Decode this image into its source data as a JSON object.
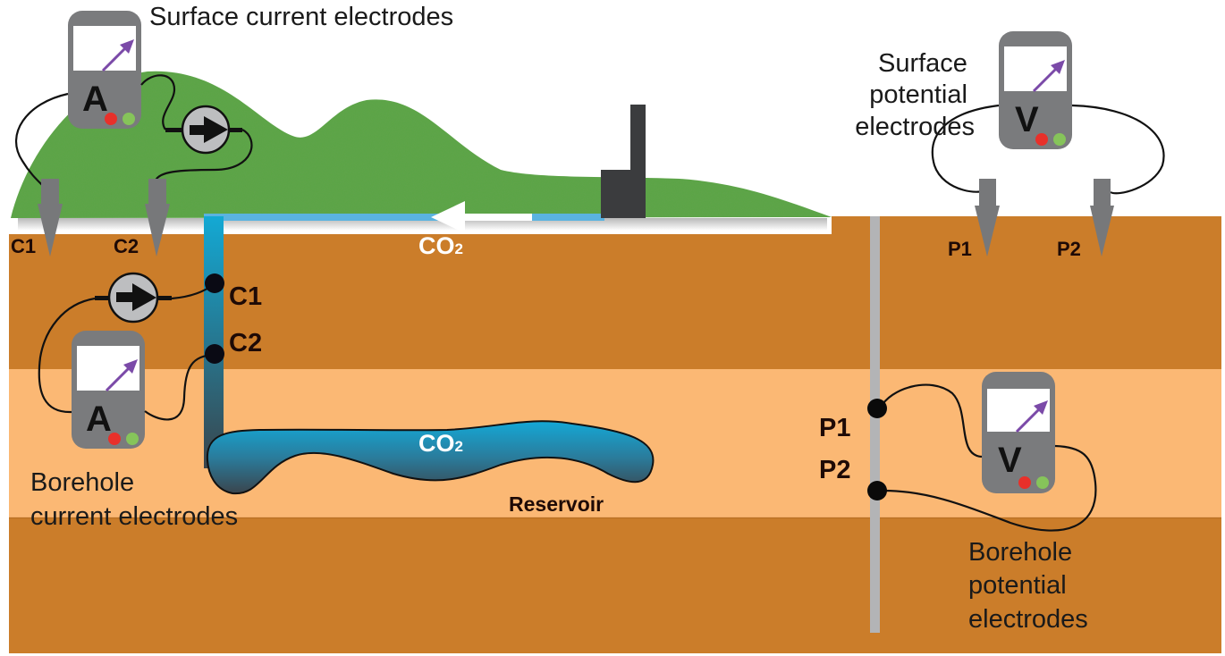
{
  "labels": {
    "surface_current": "Surface current electrodes",
    "surface_potential": [
      "Surface",
      "potential",
      "electrodes"
    ],
    "borehole_current": [
      "Borehole",
      "current electrodes"
    ],
    "borehole_potential": [
      "Borehole",
      "potential",
      "electrodes"
    ],
    "reservoir": "Reservoir",
    "co2_main": "CO",
    "co2_sub": "2"
  },
  "electrodes": {
    "surface_c1": "C1",
    "surface_c2": "C2",
    "surface_p1": "P1",
    "surface_p2": "P2",
    "borehole_c1": "C1",
    "borehole_c2": "C2",
    "borehole_p1": "P1",
    "borehole_p2": "P2"
  },
  "meters": {
    "surface_ammeter": "A",
    "borehole_ammeter": "A",
    "surface_voltmeter": "V",
    "borehole_voltmeter": "V"
  },
  "colors": {
    "earth_dark": "#cb7d2a",
    "earth_light": "#fbb874",
    "grass": "#5aa645",
    "pipe": "#5ab3e0",
    "well_top": "#13a9d4",
    "well_bottom": "#3c4a52",
    "meter_body": "#7a7b7d",
    "needle": "#7b4aa8",
    "led_red": "#e8302a",
    "led_green": "#86c45a",
    "electrode": "#77787a",
    "observation_well": "#b3b4b6",
    "plant": "#3b3c3e"
  }
}
